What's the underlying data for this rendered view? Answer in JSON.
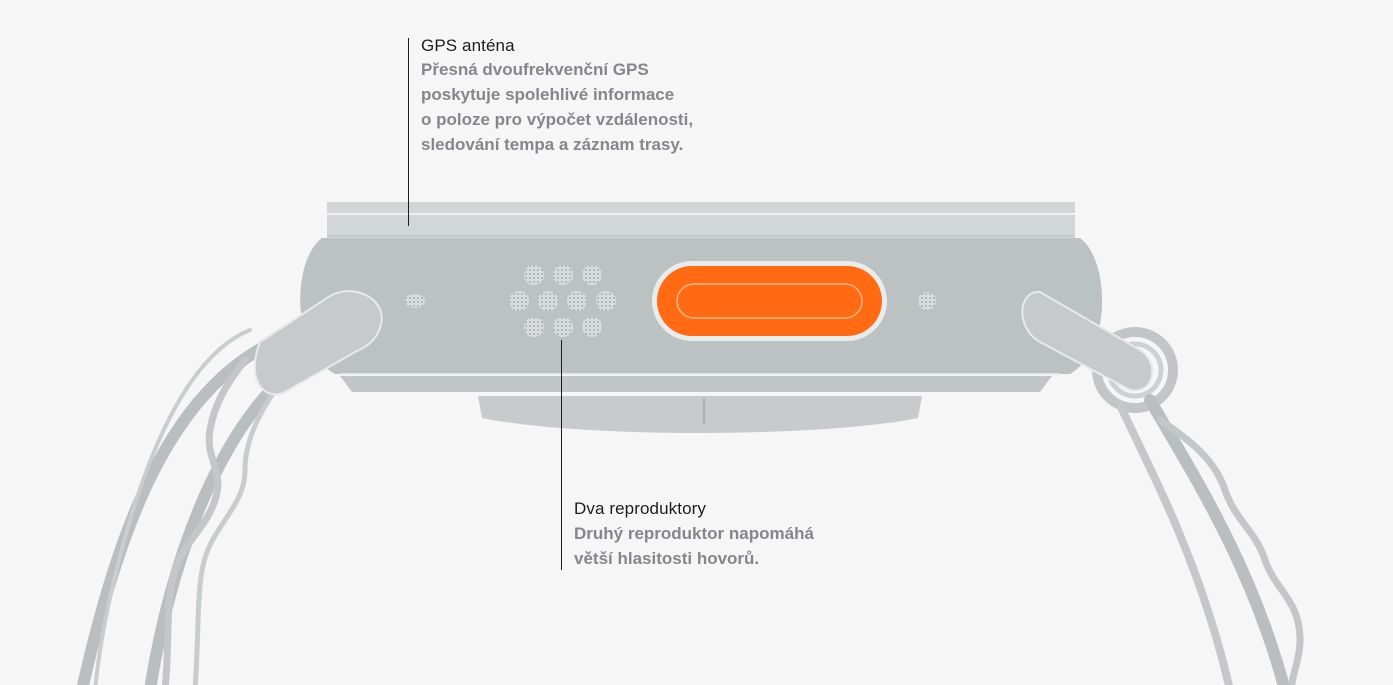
{
  "callouts": {
    "gps": {
      "title": "GPS anténa",
      "lines": [
        "Přesná dvoufrekvenční GPS",
        "poskytuje spolehlivé informace",
        "o poloze pro výpočet vzdálenosti,",
        "sledování tempa a záznam trasy."
      ]
    },
    "speakers": {
      "title": "Dva reproduktory",
      "lines": [
        "Druhý reproduktor napomáhá",
        "větší hlasitosti hovorů."
      ]
    }
  },
  "colors": {
    "background": "#f6f6f7",
    "case": "#bcc1c1",
    "case_light": "#d0d4d4",
    "band": "#b5baba",
    "action_button": "#ff6a13",
    "text_primary": "#1d1d1f",
    "text_secondary": "#86868b"
  }
}
